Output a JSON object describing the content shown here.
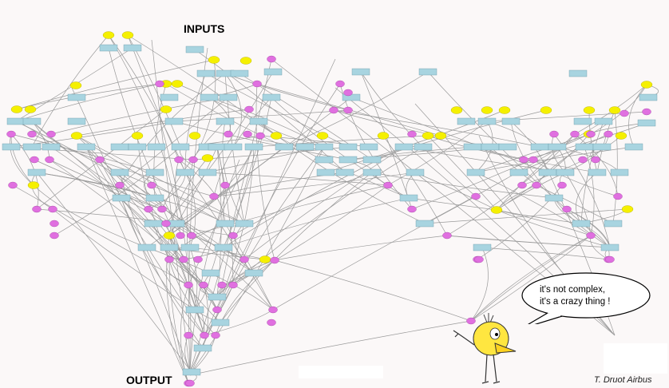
{
  "labels": {
    "inputs": "INPUTS",
    "output": "OUTPUT",
    "credit": "T. Druot Airbus"
  },
  "speech_bubble": {
    "line1": "it's not complex,",
    "line2": "it's a crazy thing !"
  },
  "colors": {
    "input_node": "#f5f000",
    "variable_node": "#e070e0",
    "function_box": "#a8d4e0",
    "edge": "#9a9a9a",
    "background": "#fbf8f8"
  },
  "icons": {
    "mascot": "yellow-cartoon-bird"
  }
}
